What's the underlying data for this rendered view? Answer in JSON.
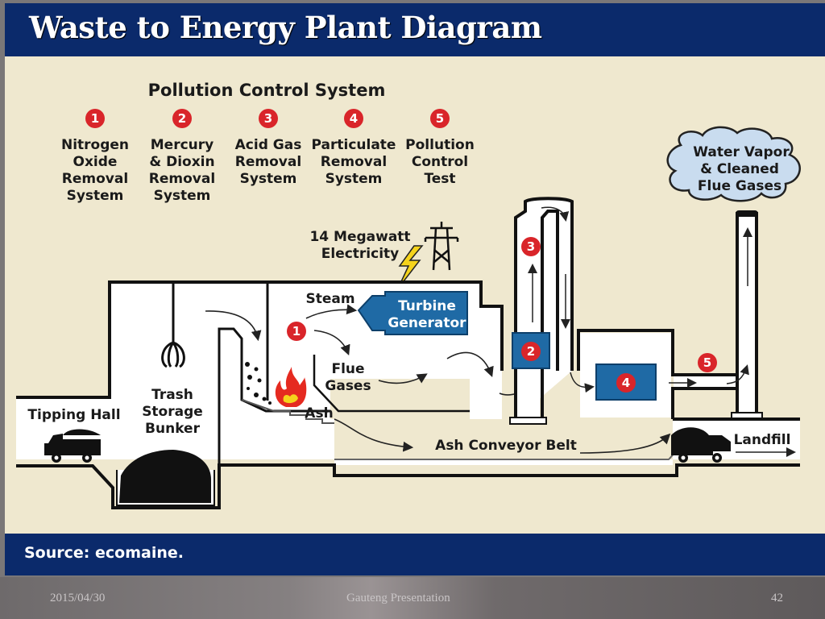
{
  "slide": {
    "title": "Waste to Energy Plant Diagram",
    "source": "Source: ecomaine.",
    "footer": {
      "date": "2015/04/30",
      "presentation": "Gauteng Presentation",
      "page": "42"
    }
  },
  "colors": {
    "title_bar": "#0b2a6b",
    "background": "#efe8cf",
    "badge": "#d9252a",
    "equipment": "#1f6aa5",
    "cloud": "#c9dcef",
    "lightning": "#f5d31c",
    "fire": "#e52a20"
  },
  "pollution_control": {
    "title": "Pollution Control System",
    "items": [
      {
        "number": "1",
        "lines": [
          "Nitrogen",
          "Oxide",
          "Removal",
          "System"
        ]
      },
      {
        "number": "2",
        "lines": [
          "Mercury",
          "& Dioxin",
          "Removal",
          "System"
        ]
      },
      {
        "number": "3",
        "lines": [
          "Acid Gas",
          "Removal",
          "System"
        ]
      },
      {
        "number": "4",
        "lines": [
          "Particulate",
          "Removal",
          "System"
        ]
      },
      {
        "number": "5",
        "lines": [
          "Pollution",
          "Control",
          "Test"
        ]
      }
    ]
  },
  "diagram": {
    "cloud_lines": [
      "Water Vapor",
      "& Cleaned",
      "Flue Gases"
    ],
    "electricity_lines": [
      "14 Megawatt",
      "Electricity"
    ],
    "steam": "Steam",
    "turbine_lines": [
      "Turbine",
      "Generator"
    ],
    "flue_gases_lines": [
      "Flue",
      "Gases"
    ],
    "ash": "Ash",
    "ash_conveyor": "Ash Conveyor Belt",
    "tipping_hall": "Tipping Hall",
    "bunker_lines": [
      "Trash",
      "Storage",
      "Bunker"
    ],
    "landfill": "Landfill",
    "badges": {
      "combustion": "1",
      "mercury": "2",
      "acid": "3",
      "particulate": "4",
      "test": "5"
    }
  }
}
